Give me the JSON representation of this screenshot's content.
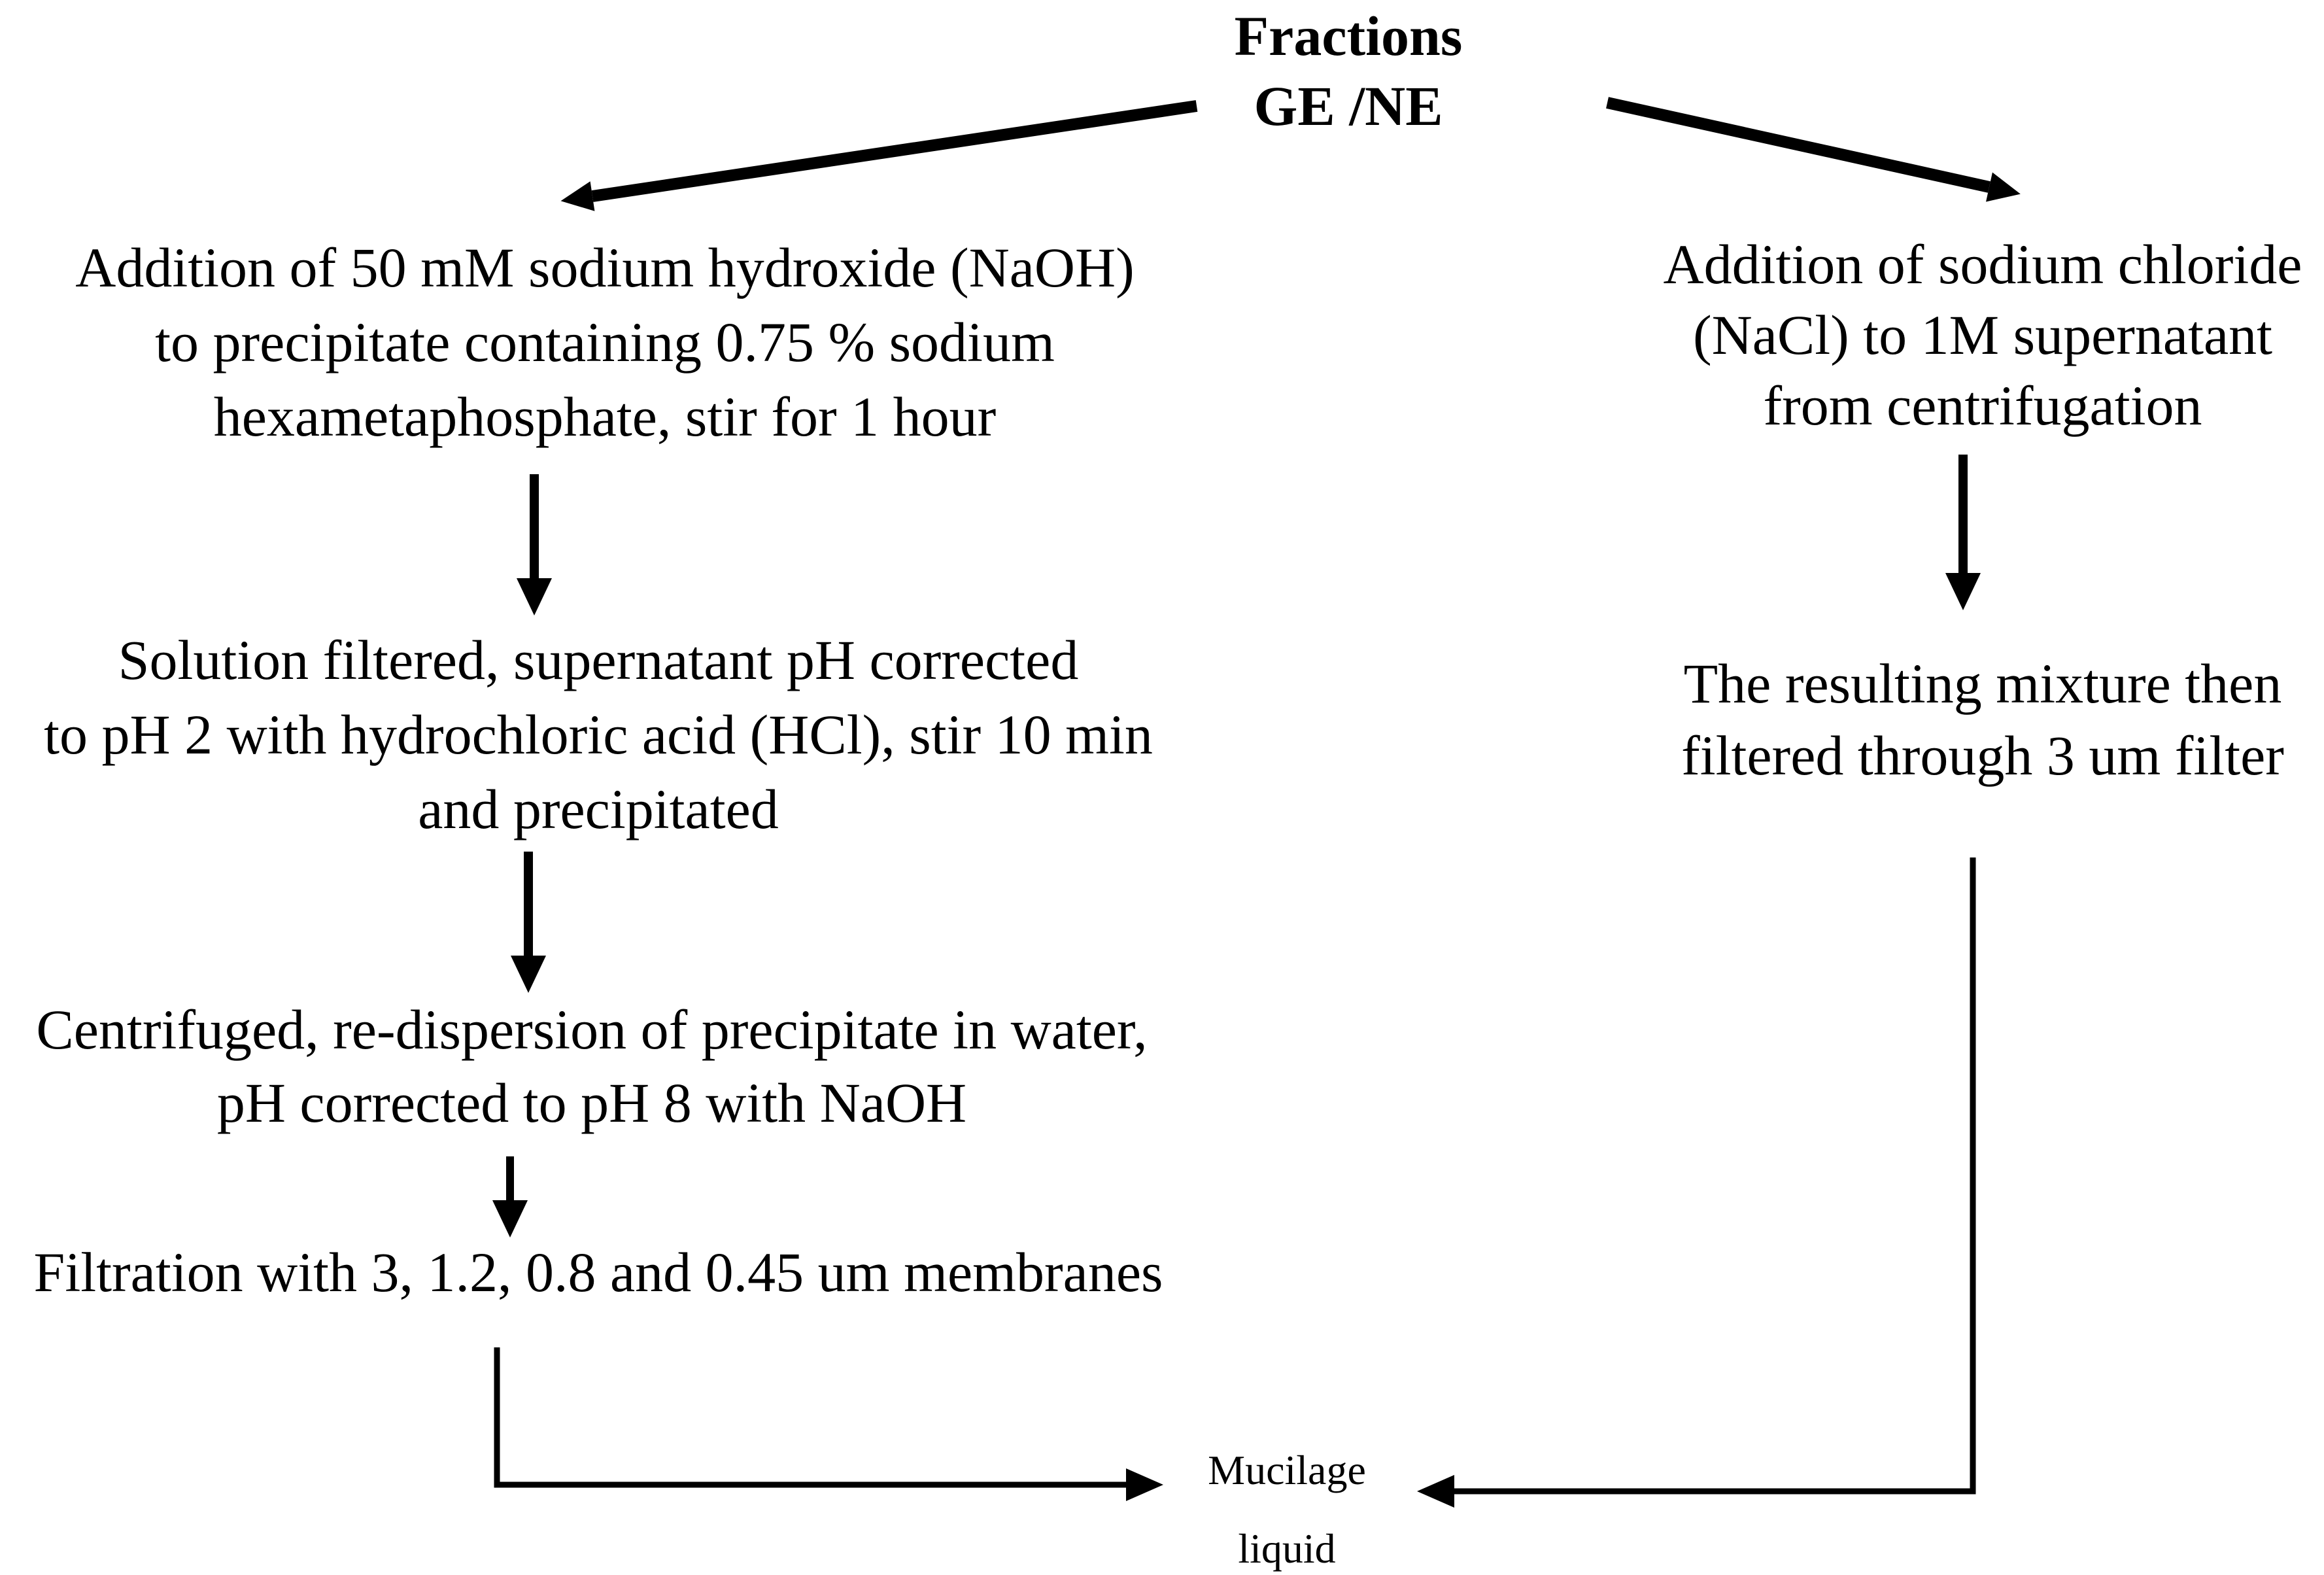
{
  "title": {
    "lines": [
      "Fractions",
      "GE /NE"
    ]
  },
  "left_branch": {
    "step1": {
      "lines": [
        "Addition of 50 mM sodium hydroxide (NaOH)",
        "to precipitate containing 0.75 % sodium",
        "hexametaphosphate, stir for 1 hour"
      ]
    },
    "step2": {
      "lines": [
        "Solution filtered, supernatant pH corrected",
        "to pH 2 with hydrochloric acid (HCl), stir 10 min",
        "and precipitated"
      ]
    },
    "step3": {
      "lines": [
        "Centrifuged, re-dispersion of precipitate in water,",
        "pH corrected to pH 8 with NaOH"
      ]
    },
    "step4": {
      "lines": [
        "Filtration with 3, 1.2, 0.8 and 0.45 um membranes"
      ]
    }
  },
  "right_branch": {
    "step1": {
      "lines": [
        "Addition of sodium chloride",
        "(NaCl) to 1M supernatant",
        "from centrifugation"
      ]
    },
    "step2": {
      "lines": [
        "The resulting mixture then",
        "filtered through 3 um filter"
      ]
    }
  },
  "result": {
    "lines": [
      "Mucilage",
      "liquid"
    ]
  },
  "colors": {
    "ink": "#000000",
    "background": "#ffffff"
  }
}
